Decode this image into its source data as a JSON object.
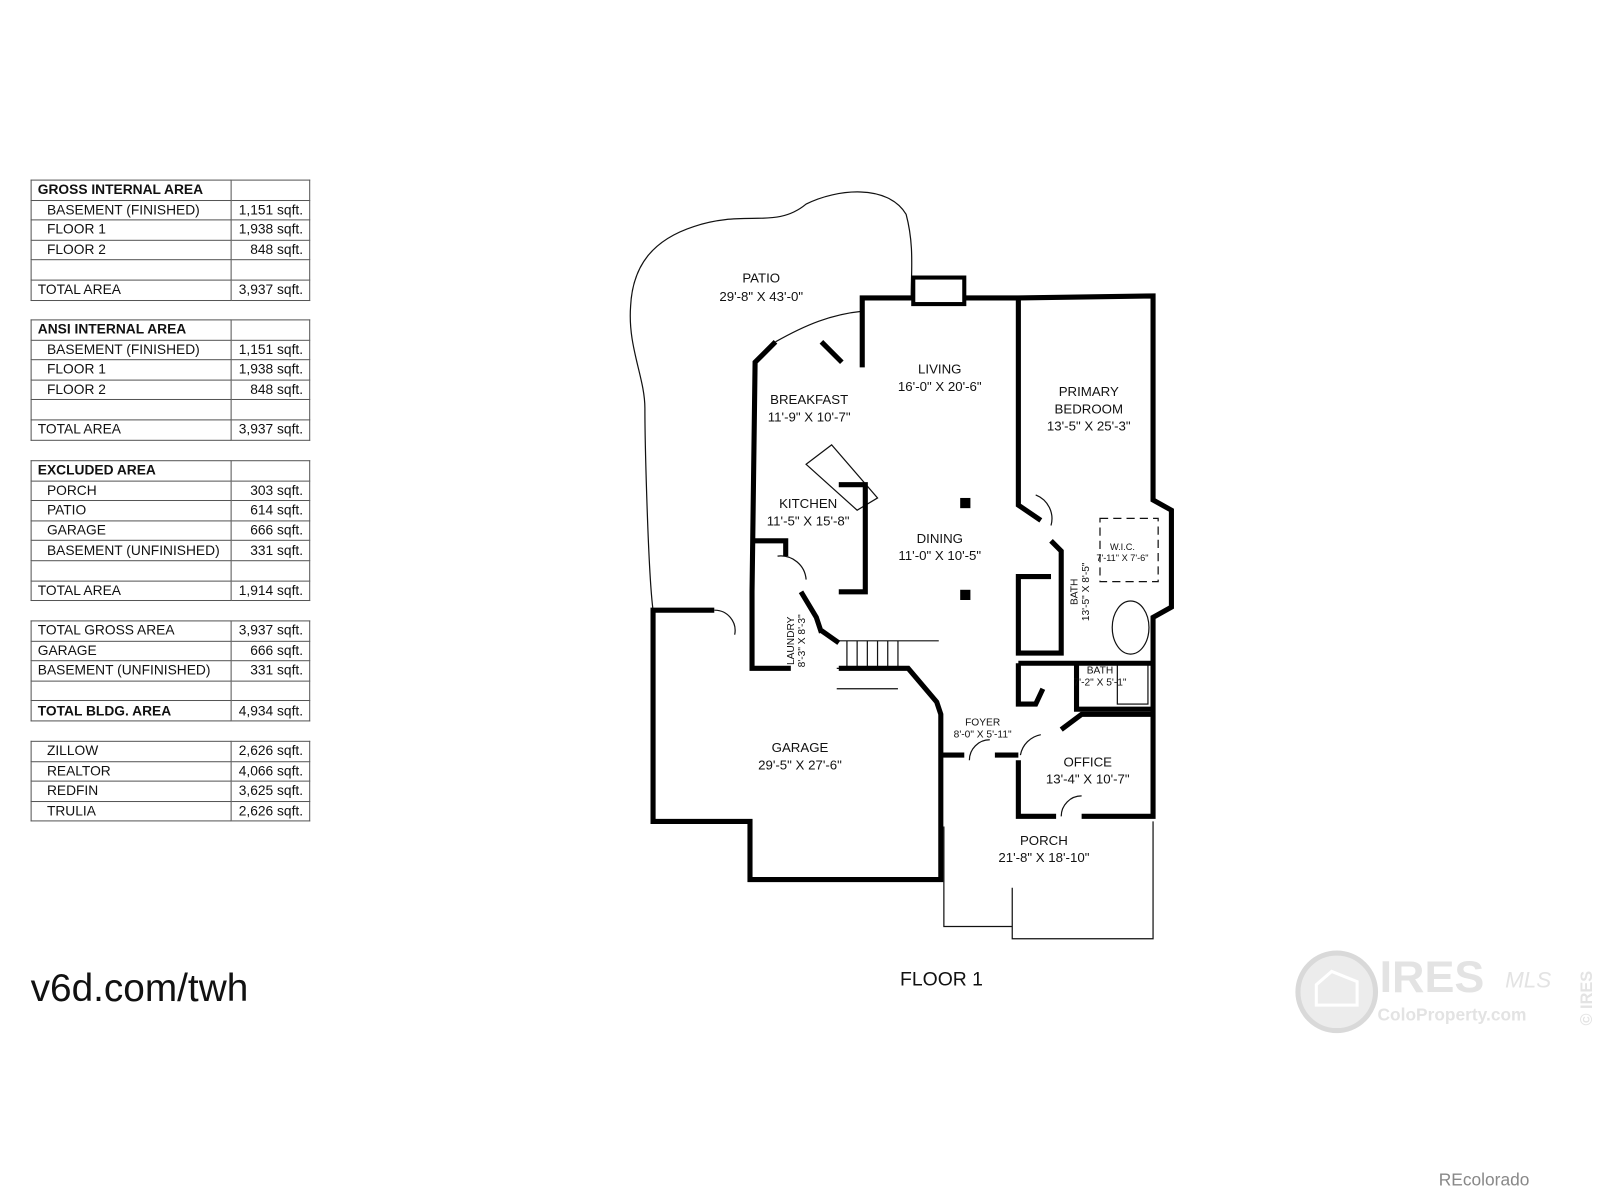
{
  "tables": [
    {
      "title": "GROSS INTERNAL AREA",
      "rows": [
        {
          "label": "BASEMENT (FINISHED)",
          "value": "1,151 sqft."
        },
        {
          "label": "FLOOR 1",
          "value": "1,938 sqft."
        },
        {
          "label": "FLOOR 2",
          "value": "848 sqft."
        }
      ],
      "total_label": "TOTAL AREA",
      "total_value": "3,937 sqft."
    },
    {
      "title": "ANSI INTERNAL AREA",
      "rows": [
        {
          "label": "BASEMENT (FINISHED)",
          "value": "1,151 sqft."
        },
        {
          "label": "FLOOR 1",
          "value": "1,938 sqft."
        },
        {
          "label": "FLOOR 2",
          "value": "848 sqft."
        }
      ],
      "total_label": "TOTAL AREA",
      "total_value": "3,937 sqft."
    },
    {
      "title": "EXCLUDED AREA",
      "rows": [
        {
          "label": "PORCH",
          "value": "303 sqft."
        },
        {
          "label": "PATIO",
          "value": "614 sqft."
        },
        {
          "label": "GARAGE",
          "value": "666 sqft."
        },
        {
          "label": "BASEMENT (UNFINISHED)",
          "value": "331 sqft."
        }
      ],
      "total_label": "TOTAL AREA",
      "total_value": "1,914 sqft."
    },
    {
      "rows": [
        {
          "label": "TOTAL GROSS AREA",
          "value": "3,937 sqft."
        },
        {
          "label": "GARAGE",
          "value": "666 sqft."
        },
        {
          "label": "BASEMENT (UNFINISHED)",
          "value": "331 sqft."
        }
      ],
      "total_label": "TOTAL BLDG. AREA",
      "total_value": "4,934 sqft."
    },
    {
      "rows": [
        {
          "label": "ZILLOW",
          "value": "2,626 sqft."
        },
        {
          "label": "REALTOR",
          "value": "4,066 sqft."
        },
        {
          "label": "REDFIN",
          "value": "3,625 sqft."
        },
        {
          "label": "TRULIA",
          "value": "2,626 sqft."
        }
      ]
    }
  ],
  "url": "v6d.com/twh",
  "floor_label": "FLOOR 1",
  "rooms": [
    {
      "name": "PATIO",
      "dims": "29'-8\" X 43'-0\""
    },
    {
      "name": "LIVING",
      "dims": "16'-0\" X 20'-6\""
    },
    {
      "name": "PRIMARY",
      "name2": "BEDROOM",
      "dims": "13'-5\" X 25'-3\""
    },
    {
      "name": "BREAKFAST",
      "dims": "11'-9\" X 10'-7\""
    },
    {
      "name": "KITCHEN",
      "dims": "11'-5\" X 15'-8\""
    },
    {
      "name": "DINING",
      "dims": "11'-0\" X 10'-5\""
    },
    {
      "name": "W.I.C.",
      "dims": "7'-11\" X 7'-6\""
    },
    {
      "name": "BATH",
      "dims": "13'-5\" X 8'-5\""
    },
    {
      "name": "LAUNDRY",
      "dims": "8'-3\" X 8'-3\""
    },
    {
      "name": "BATH",
      "dims": "7'-2\" X 5'-1\""
    },
    {
      "name": "FOYER",
      "dims": "8'-0\" X 5'-11\""
    },
    {
      "name": "GARAGE",
      "dims": "29'-5\" X 27'-6\""
    },
    {
      "name": "OFFICE",
      "dims": "13'-4\" X 10'-7\""
    },
    {
      "name": "PORCH",
      "dims": "21'-8\" X 18'-10\""
    }
  ],
  "watermark": {
    "brand": "IRES",
    "script": "MLS",
    "site": "ColoProperty.com",
    "copyright": "© IRES"
  },
  "credit": "REcolorado"
}
